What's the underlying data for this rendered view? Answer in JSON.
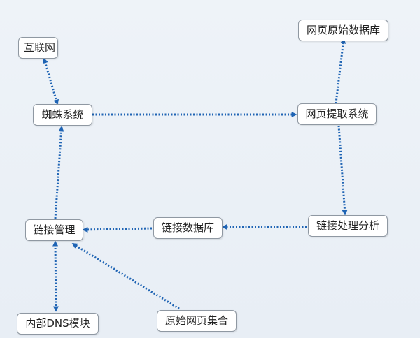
{
  "diagram": {
    "nodes": [
      {
        "id": "internet",
        "label": "互联网"
      },
      {
        "id": "spider",
        "label": "蜘蛛系统"
      },
      {
        "id": "web_extract",
        "label": "网页提取系统"
      },
      {
        "id": "raw_db",
        "label": "网页原始数据库"
      },
      {
        "id": "link_analysis",
        "label": "链接处理分析"
      },
      {
        "id": "link_db",
        "label": "链接数据库"
      },
      {
        "id": "link_mgmt",
        "label": "链接管理"
      },
      {
        "id": "dns",
        "label": "内部DNS模块"
      },
      {
        "id": "raw_set",
        "label": "原始网页集合"
      }
    ],
    "edges": [
      {
        "from": "internet",
        "to": "spider",
        "direction": "both"
      },
      {
        "from": "spider",
        "to": "web_extract",
        "direction": "forward"
      },
      {
        "from": "web_extract",
        "to": "raw_db",
        "direction": "forward"
      },
      {
        "from": "web_extract",
        "to": "link_analysis",
        "direction": "forward"
      },
      {
        "from": "link_analysis",
        "to": "link_db",
        "direction": "forward"
      },
      {
        "from": "link_db",
        "to": "link_mgmt",
        "direction": "forward"
      },
      {
        "from": "link_mgmt",
        "to": "spider",
        "direction": "forward"
      },
      {
        "from": "link_mgmt",
        "to": "dns",
        "direction": "both"
      },
      {
        "from": "raw_set",
        "to": "link_mgmt",
        "direction": "forward"
      }
    ],
    "edge_color": "#1f64b4"
  }
}
